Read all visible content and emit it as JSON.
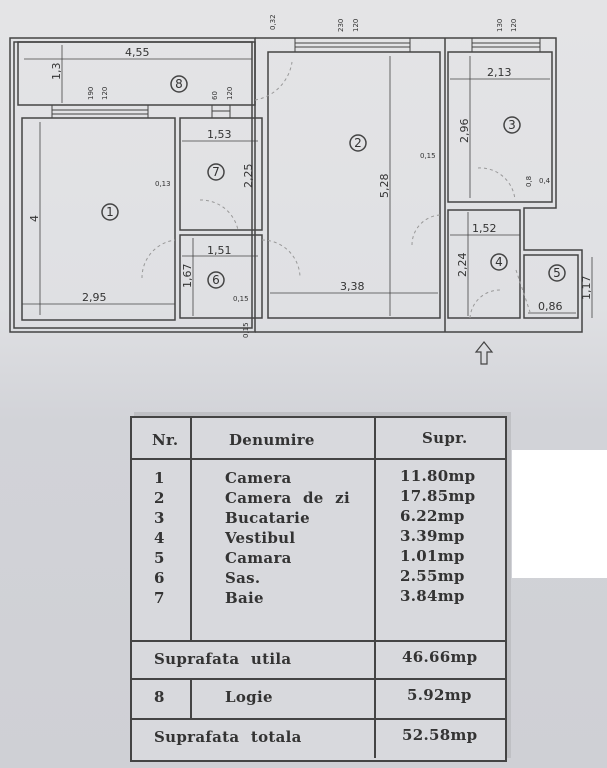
{
  "plan": {
    "rooms": [
      {
        "nr": "1"
      },
      {
        "nr": "2"
      },
      {
        "nr": "3"
      },
      {
        "nr": "4"
      },
      {
        "nr": "5"
      },
      {
        "nr": "6"
      },
      {
        "nr": "7"
      },
      {
        "nr": "8"
      }
    ],
    "dimensions": {
      "loggia_length": "4,55",
      "loggia_depth": "1,3",
      "r1_width": "2,95",
      "r1_height": "4",
      "r7_width": "1,53",
      "r7_height": "2,25",
      "r7_wall": "0,13",
      "r6_width": "1,51",
      "r6_height": "1,67",
      "r6_a": "0,15",
      "r6_b": "0,15",
      "r2_width": "3,38",
      "r2_height": "5,28",
      "r2_wall": "0,15",
      "r3_width": "2,13",
      "r3_height": "2,96",
      "r3_a": "0,8",
      "r3_b": "0,4",
      "r4_width": "1,52",
      "r4_height": "2,24",
      "r5_width": "0,86",
      "r5_height": "1,17",
      "door_top": "0,32"
    },
    "windows": {
      "w1_a": "190",
      "w1_b": "120",
      "w7_a": "60",
      "w7_b": "120",
      "w2_a": "230",
      "w2_b": "120",
      "w3_a": "130",
      "w3_b": "120"
    }
  },
  "table": {
    "headers": {
      "nr": "Nr.",
      "name": "Denumire",
      "area": "Supr."
    },
    "rows": [
      {
        "nr": "1",
        "name": "Camera",
        "area": "11.80mp"
      },
      {
        "nr": "2",
        "name": "Camera de zi",
        "area": "17.85mp"
      },
      {
        "nr": "3",
        "name": "Bucatarie",
        "area": "6.22mp"
      },
      {
        "nr": "4",
        "name": "Vestibul",
        "area": "3.39mp"
      },
      {
        "nr": "5",
        "name": "Camara",
        "area": "1.01mp"
      },
      {
        "nr": "6",
        "name": "Sas.",
        "area": "2.55mp"
      },
      {
        "nr": "7",
        "name": "Baie",
        "area": "3.84mp"
      }
    ],
    "useful_label": "Suprafata utila",
    "useful_value": "46.66mp",
    "logia_nr": "8",
    "logia_name": "Logie",
    "logia_value": "5.92mp",
    "total_label": "Suprafata totala",
    "total_value": "52.58mp"
  }
}
